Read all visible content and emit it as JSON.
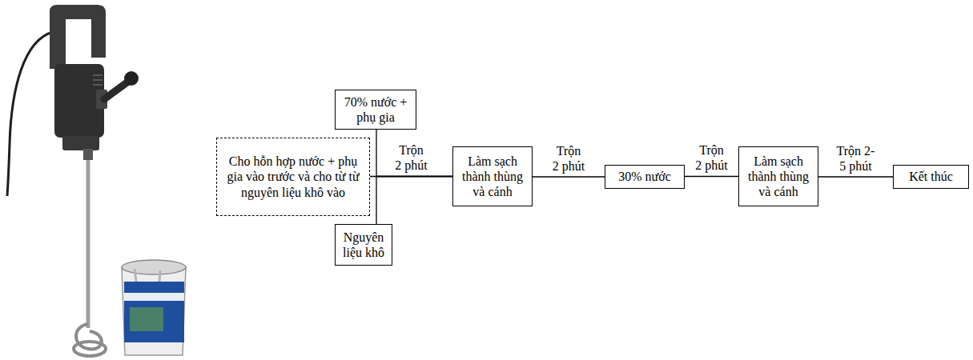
{
  "diagram": {
    "nodes": [
      {
        "text": [
          "70% nước + phụ gia"
        ]
      },
      {
        "text": [
          "Cho hỗn hợp nước + phụ gia vào trước và cho từ từ nguyên liệu khô vào"
        ]
      },
      {
        "text": [
          "Nguyên liệu khô"
        ]
      },
      {
        "text": [
          "Làm sạch thành thùng và cánh"
        ]
      },
      {
        "text": [
          "30% nước"
        ]
      },
      {
        "text": [
          "Làm sạch thành thùng và cánh"
        ]
      },
      {
        "text": [
          "Kết thúc"
        ]
      }
    ],
    "edges": [
      {
        "from": 1,
        "to": 3,
        "arrow": "none",
        "label": "Trộn 2 phút"
      },
      {
        "from": 0,
        "to": 3,
        "arrow": "none"
      },
      {
        "from": 2,
        "to": 3,
        "arrow": "none"
      },
      {
        "from": 3,
        "to": 4,
        "arrow": "none",
        "label": "Trộn 2 phút"
      },
      {
        "from": 4,
        "to": 5,
        "arrow": "none",
        "label": "Trộn 2 phút"
      },
      {
        "from": 5,
        "to": 6,
        "arrow": "none",
        "label": "Trộn 2-5 phút"
      }
    ]
  }
}
